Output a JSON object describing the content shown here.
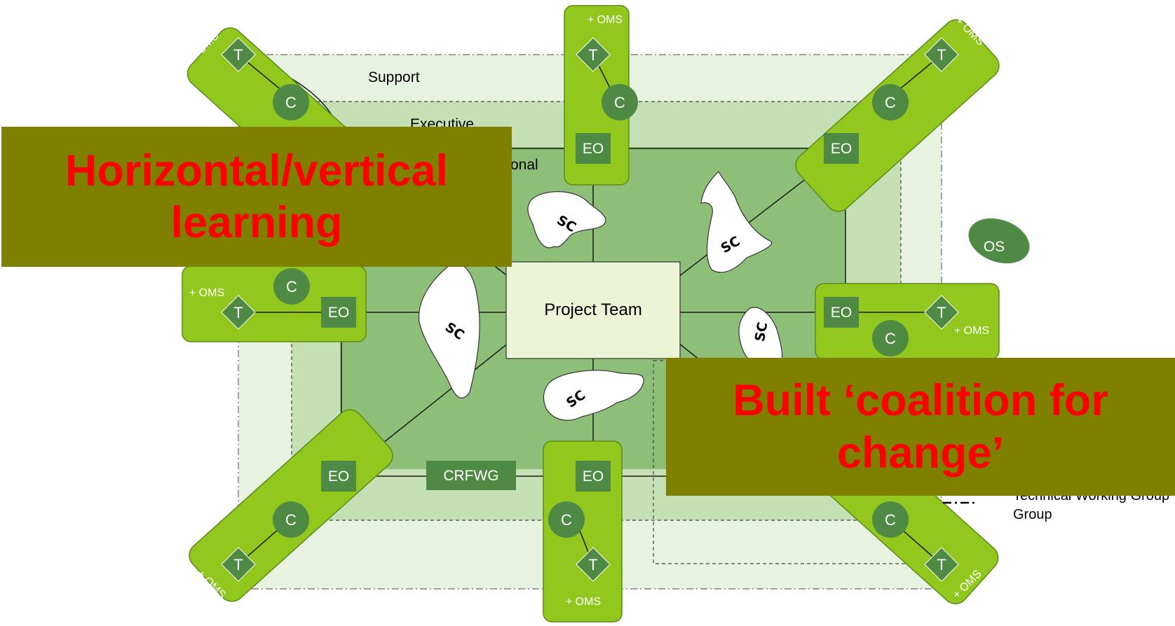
{
  "labels": {
    "support": "Support",
    "executive": "Executive",
    "operational_fragment": "onal",
    "project_team": "Project Team",
    "crfwg": "CRFWG",
    "os": "OS",
    "oms": "+ OMS",
    "t": "T",
    "c": "C",
    "eo": "EO",
    "sc": "SC"
  },
  "legend": {
    "technical_working_group": "Technical Working Group",
    "group_line": "Group"
  },
  "banners": {
    "left": "Horizontal/vertical learning",
    "right": "Built ‘coalition for change’"
  },
  "colors": {
    "support_band": "#e8f2e1",
    "executive_band": "#c5e0b4",
    "operational_band": "#8ebf78",
    "lime_pod": "#92c81e",
    "node_dark": "#4e8a43",
    "project_team_fill": "#ebf5d6",
    "banner_bg": "#7f7f00",
    "banner_text": "#ff0000"
  }
}
